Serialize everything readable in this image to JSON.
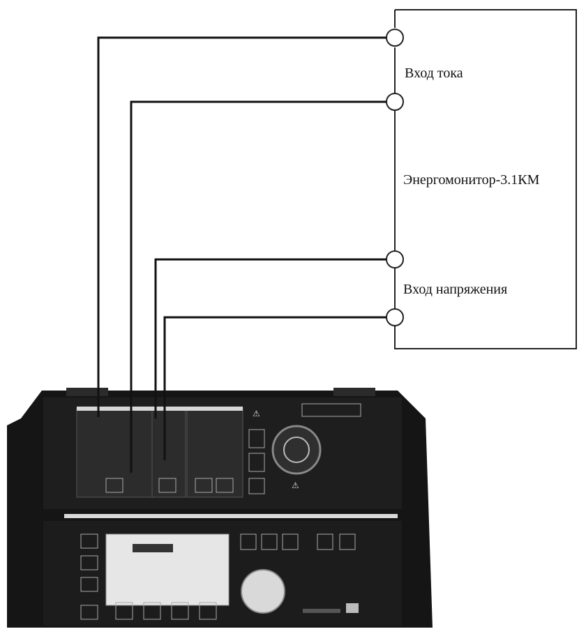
{
  "device": {
    "name": "Энергомонитор-3.1КМ",
    "current_input_label": "Вход тока",
    "voltage_input_label": "Вход напряжения"
  },
  "calibrator": {
    "brand_plate": "",
    "colors": {
      "body": "#1b1b1b",
      "panel": "#2a2a2a",
      "screen": "#e6e6e6",
      "wire": "#111111"
    }
  }
}
